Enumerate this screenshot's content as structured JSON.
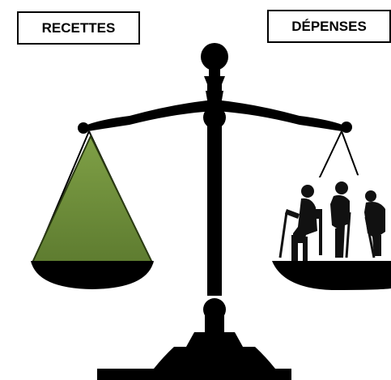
{
  "labels": {
    "left": "RECETTES",
    "right": "DÉPENSES"
  },
  "icons": {
    "scale": "balance-scale-icon",
    "left_load": "green-triangle-icon",
    "right_load": "elderly-people-silhouettes"
  },
  "colors": {
    "scale": "#000000",
    "green_load": "#6f8f3a",
    "box_border": "#000000",
    "background": "#ffffff"
  }
}
